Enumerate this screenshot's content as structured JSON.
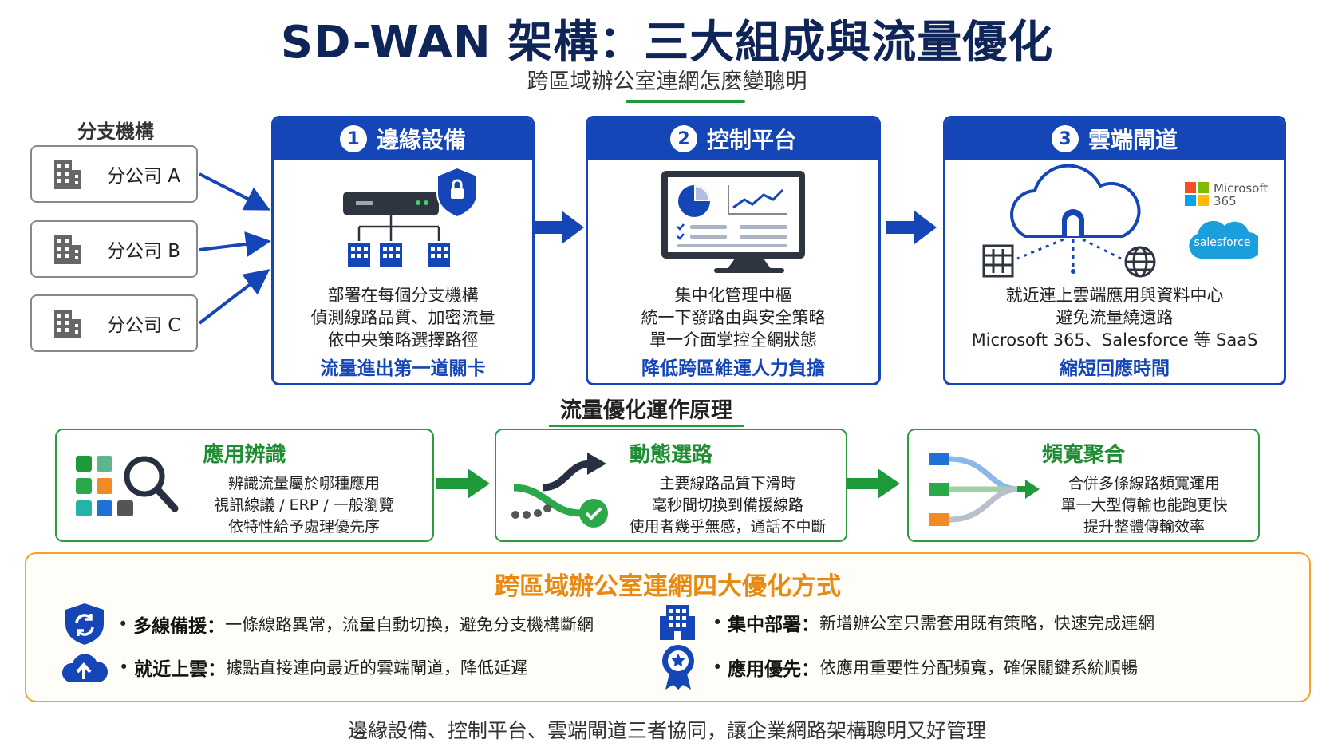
{
  "title": "SD-WAN 架構：三大組成與流量優化",
  "subtitle": "跨區域辦公室連網怎麼變聰明",
  "branches": {
    "title": "分支機構",
    "items": [
      "分公司 A",
      "分公司 B",
      "分公司 C"
    ]
  },
  "cards": [
    {
      "num": "1",
      "title": "邊緣設備",
      "lines": [
        "部署在每個分支機構",
        "偵測線路品質、加密流量",
        "依中央策略選擇路徑"
      ],
      "highlight": "流量進出第一道關卡"
    },
    {
      "num": "2",
      "title": "控制平台",
      "lines": [
        "集中化管理中樞",
        "統一下發路由與安全策略",
        "單一介面掌控全網狀態"
      ],
      "highlight": "降低跨區維運人力負擔"
    },
    {
      "num": "3",
      "title": "雲端閘道",
      "lines": [
        "就近連上雲端應用與資料中心",
        "避免流量繞遠路",
        "Microsoft 365、Salesforce 等 SaaS"
      ],
      "highlight": "縮短回應時間",
      "logos": {
        "ms_line1": "Microsoft",
        "ms_line2": "365",
        "sf": "salesforce"
      }
    }
  ],
  "optimization": {
    "title": "流量優化運作原理",
    "items": [
      {
        "title": "應用辨識",
        "lines": [
          "辨識流量屬於哪種應用",
          "視訊線議 / ERP / 一般瀏覽",
          "依特性給予處理優先序"
        ]
      },
      {
        "title": "動態選路",
        "lines": [
          "主要線路品質下滑時",
          "毫秒間切換到備援線路",
          "使用者幾乎無感，通話不中斷"
        ]
      },
      {
        "title": "頻寬聚合",
        "lines": [
          "合併多條線路頻寬運用",
          "單一大型傳輸也能跑更快",
          "提升整體傳輸效率"
        ]
      }
    ]
  },
  "methods": {
    "title": "跨區域辦公室連網四大優化方式",
    "items": [
      {
        "label": "多線備援",
        "text": "一條線路異常，流量自動切換，避免分支機構斷網"
      },
      {
        "label": "就近上雲",
        "text": "據點直接連向最近的雲端閘道，降低延遲"
      },
      {
        "label": "集中部署",
        "text": "新增辦公室只需套用既有策略，快速完成連網"
      },
      {
        "label": "應用優先",
        "text": "依應用重要性分配頻寬，確保關鍵系統順暢"
      }
    ]
  },
  "footer": "邊緣設備、控制平台、雲端閘道三者協同，讓企業網路架構聰明又好管理",
  "colors": {
    "blue": "#1546b8",
    "green": "#1f9a3a",
    "orange": "#e88a12",
    "navy": "#0f2457"
  }
}
